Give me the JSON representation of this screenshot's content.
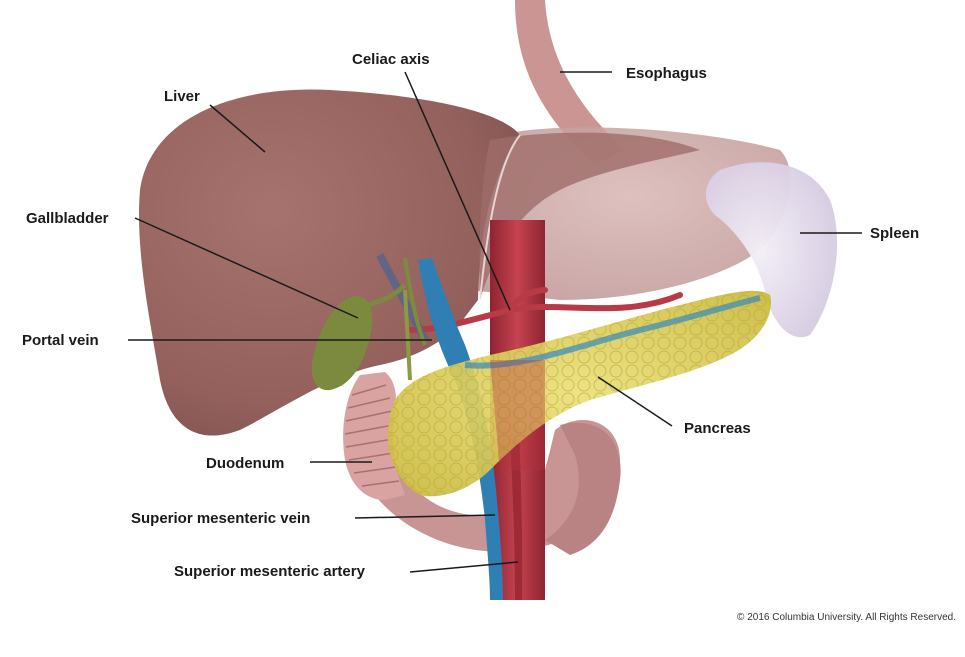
{
  "labels": {
    "celiac_axis": "Celiac axis",
    "esophagus": "Esophagus",
    "liver": "Liver",
    "gallbladder": "Gallbladder",
    "spleen": "Spleen",
    "portal_vein": "Portal vein",
    "pancreas": "Pancreas",
    "duodenum": "Duodenum",
    "superior_mesenteric_vein": "Superior mesenteric vein",
    "superior_mesenteric_artery": "Superior mesenteric artery"
  },
  "copyright": "© 2016 Columbia University. All Rights Reserved.",
  "colors": {
    "liver": "#9c6a66",
    "stomach": "#c9a3a2",
    "spleen": "#ddd3e6",
    "aorta": "#b4343f",
    "vein": "#2f7fb5",
    "pancreas": "#d8c84a",
    "gallbladder": "#7b8a3e",
    "duodenum": "#c98e8e"
  }
}
